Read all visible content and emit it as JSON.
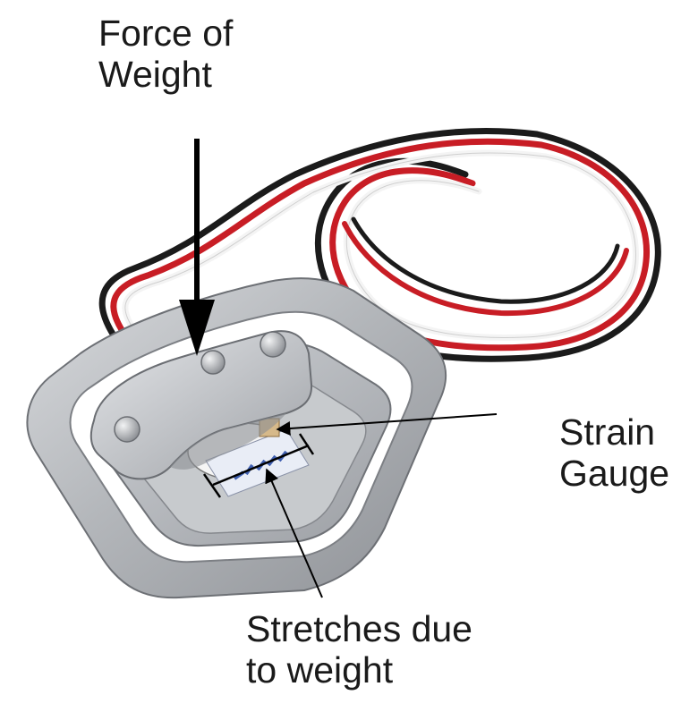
{
  "labels": {
    "force": {
      "line1": "Force of",
      "line2": "Weight"
    },
    "strain": {
      "line1": "Strain",
      "line2": "Gauge"
    },
    "stretch": {
      "line1": "Stretches due",
      "line2": "to weight"
    }
  },
  "colors": {
    "wire_red": "#c81d25",
    "wire_black": "#1b1b1b",
    "wire_white": "#f4f4f4",
    "metal": "#b9bcc0",
    "gauge_blue": "#3f5fb0",
    "arrow": "#000000"
  }
}
